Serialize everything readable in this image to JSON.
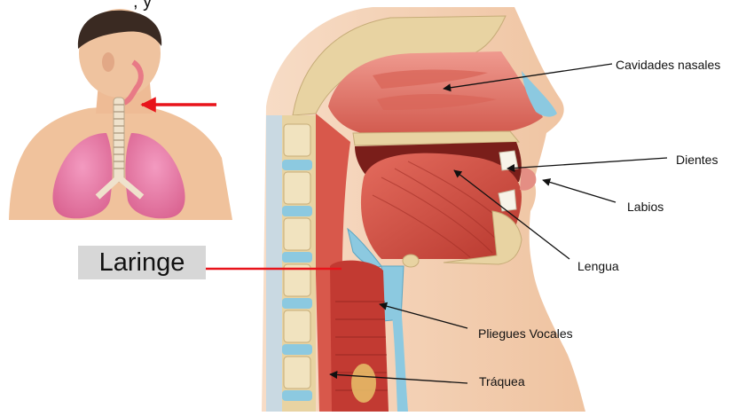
{
  "header": {
    "partial_title": ", y"
  },
  "callout": {
    "main_label": "Laringe"
  },
  "labels": {
    "cavidades": "Cavidades nasales",
    "dientes": "Dientes",
    "labios": "Labios",
    "lengua": "Lengua",
    "pliegues": "Pliegues Vocales",
    "traquea": "Tráquea"
  },
  "colors": {
    "pointer_red": "#e8141b",
    "arrow_black": "#111111",
    "tissue_pink": "#e9877e",
    "tissue_red": "#c8453c",
    "skin": "#f2c7a6",
    "bone": "#e8d3a2",
    "cartilage_blue": "#8cc9e0",
    "lung_pink": "#e87aa3",
    "label_box_gray": "#d7d7d7"
  }
}
